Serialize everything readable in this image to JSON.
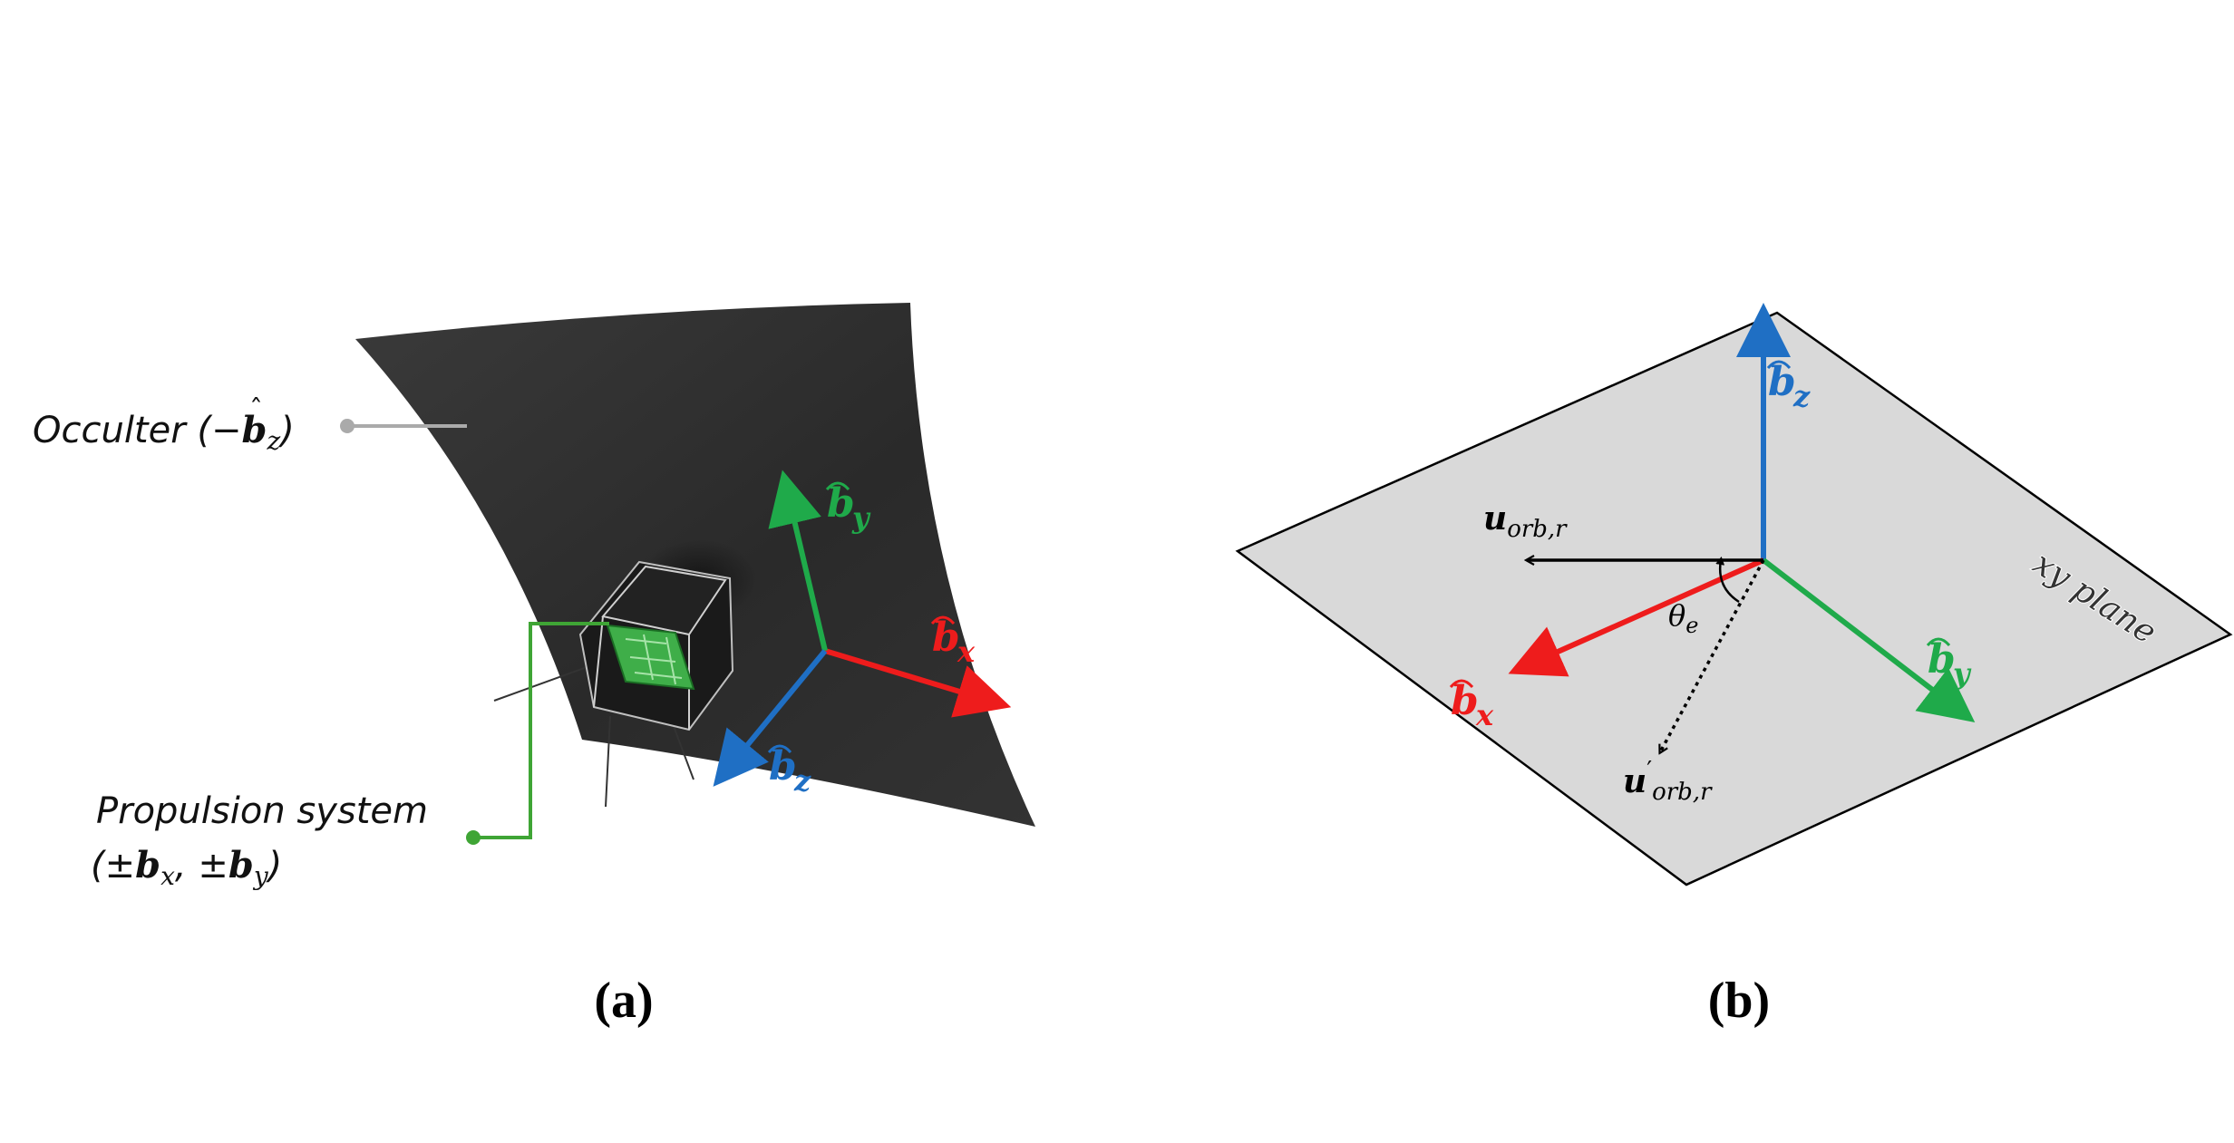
{
  "panel_a": {
    "occulter_label": {
      "prefix": "Occulter (−",
      "vec": "b",
      "sub": "z",
      "suffix": ")"
    },
    "propulsion_label": {
      "line1": "Propulsion system",
      "line2_open": "(±",
      "vec1": "b",
      "sub1": "x",
      "sep": ", ±",
      "vec2": "b",
      "sub2": "y",
      "line2_close": ")"
    },
    "axes": {
      "bx": {
        "vec": "b",
        "sub": "x",
        "color": "#ee1c1c"
      },
      "by": {
        "vec": "b",
        "sub": "y",
        "color": "#1faa4a"
      },
      "bz": {
        "vec": "b",
        "sub": "z",
        "color": "#1f6fc4"
      }
    },
    "caption": "(a)"
  },
  "panel_b": {
    "plane_label": "xy plane",
    "axes": {
      "bx": {
        "vec": "b",
        "sub": "x",
        "color": "#ee1c1c"
      },
      "by": {
        "vec": "b",
        "sub": "y",
        "color": "#1faa4a"
      },
      "bz": {
        "vec": "b",
        "sub": "z",
        "color": "#1f6fc4"
      }
    },
    "u_orb": {
      "vec": "u",
      "sub": "orb,r"
    },
    "u_orb_prime": {
      "vec": "u",
      "prime": "′",
      "sub": "orb,r"
    },
    "theta": {
      "sym": "θ",
      "sub": "e"
    },
    "caption": "(b)"
  },
  "colors": {
    "red": "#ee1c1c",
    "green": "#1faa4a",
    "blue": "#1f6fc4",
    "gray": "#aaaaaa",
    "plane": "#d9d9d9",
    "occulter": "#2e2e2e"
  }
}
